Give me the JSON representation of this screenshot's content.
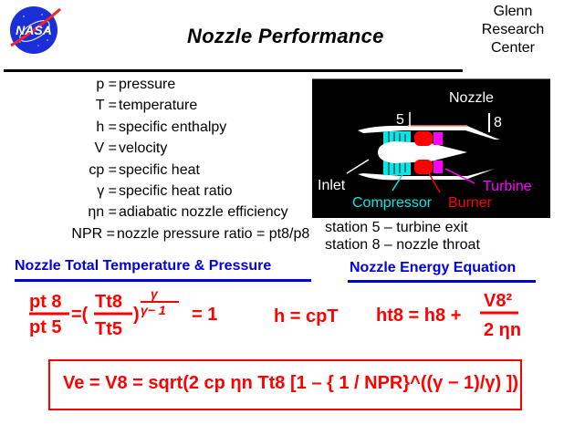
{
  "header": {
    "logo_label": "NASA",
    "title": "Nozzle  Performance",
    "org_lines": [
      "Glenn",
      "Research",
      "Center"
    ]
  },
  "definitions": [
    {
      "symbol": "p =",
      "meaning": "pressure"
    },
    {
      "symbol": "T =",
      "meaning": "temperature"
    },
    {
      "symbol": "h =",
      "meaning": "specific enthalpy"
    },
    {
      "symbol": "V  =",
      "meaning": "velocity"
    },
    {
      "symbol": "cp =",
      "meaning": "specific heat"
    },
    {
      "symbol": "γ =",
      "meaning": "specific heat ratio"
    },
    {
      "symbol": "ηn =",
      "meaning": "adiabatic nozzle efficiency"
    },
    {
      "symbol": "NPR =",
      "meaning": "nozzle pressure ratio = pt8/p8"
    }
  ],
  "engine_diagram": {
    "labels": {
      "nozzle": "Nozzle",
      "station5": "5",
      "station8": "8",
      "inlet": "Inlet",
      "compressor": "Compressor",
      "burner": "Burner",
      "turbine": "Turbine"
    },
    "colors": {
      "background": "#000000",
      "compressor": "#00ffff",
      "burner": "#ff0000",
      "turbine": "#ff00ff",
      "casing": "#ffffff"
    }
  },
  "stations": [
    "station 5  –  turbine exit",
    "station 8  –  nozzle  throat"
  ],
  "sections": {
    "total_temp_pressure": "Nozzle Total Temperature & Pressure",
    "energy_equation": "Nozzle Energy Equation"
  },
  "equations": {
    "pressure_ratio": {
      "lhs_num": "pt 8",
      "lhs_den": "pt 5",
      "eq": "=(",
      "rhs_num": "Tt8",
      "rhs_den": "Tt5",
      "close": ")",
      "exp_num": "γ",
      "exp_den": "γ− 1",
      "result": "= 1"
    },
    "enthalpy": "h = cpT",
    "energy": {
      "lhs": "ht8 = h8 +",
      "num": "V8²",
      "den": "2 ηn"
    },
    "velocity": "Ve = V8 = sqrt(2 cp ηn Tt8 [1 – { 1 / NPR}^((γ − 1)/γ) ])"
  },
  "colors": {
    "equation": "#ff0000",
    "section_heading": "#0000dd",
    "text": "#000000"
  }
}
